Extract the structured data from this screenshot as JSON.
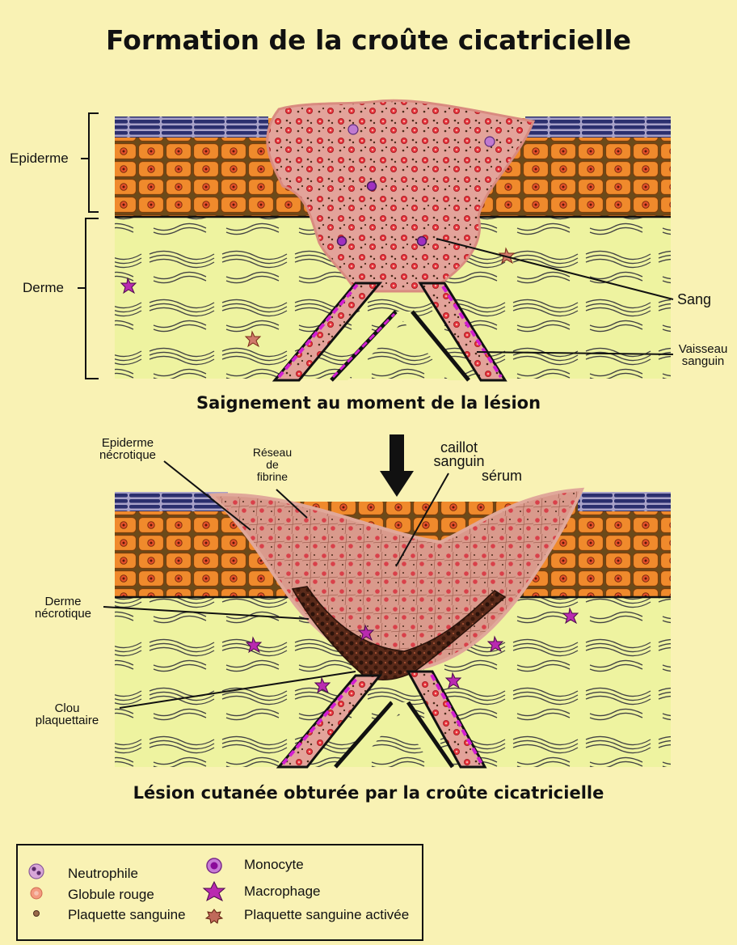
{
  "title": "Formation de la croûte cicatricielle",
  "panel1": {
    "caption": "Saignement au moment de la lésion",
    "labels": {
      "epiderme": "Epiderme",
      "derme": "Derme",
      "sang": "Sang",
      "vaisseau_line1": "Vaisseau",
      "vaisseau_line2": "sanguin"
    }
  },
  "panel2": {
    "caption": "Lésion cutanée obturée par la croûte cicatricielle",
    "labels": {
      "epiderme_necrotique_line1": "Epiderme",
      "epiderme_necrotique_line2": "nécrotique",
      "reseau_line1": "Réseau",
      "reseau_line2": "de",
      "reseau_line3": "fibrine",
      "caillot_line1": "caillot",
      "caillot_line2": "sanguin",
      "serum": "sérum",
      "derme_necrotique_line1": "Derme",
      "derme_necrotique_line2": "nécrotique",
      "clou_line1": "Clou",
      "clou_line2": "plaquettaire"
    }
  },
  "legend": {
    "items": [
      {
        "label": "Neutrophile",
        "icon": "neutrophil-icon"
      },
      {
        "label": "Globule rouge",
        "icon": "red-blood-cell-icon"
      },
      {
        "label": "Plaquette sanguine",
        "icon": "platelet-icon"
      },
      {
        "label": "Monocyte",
        "icon": "monocyte-icon"
      },
      {
        "label": "Macrophage",
        "icon": "macrophage-icon"
      },
      {
        "label": "Plaquette sanguine activée",
        "icon": "activated-platelet-icon"
      }
    ]
  },
  "colors": {
    "background": "#f9f2b4",
    "dermis": "#eef3a0",
    "keratinocyte": "#f08a2c",
    "stratum_corneum": "#2b2f6e",
    "blood": "#e3a39a",
    "red_cell": "#e6303a",
    "vessel_wall": "#d21fd0"
  }
}
